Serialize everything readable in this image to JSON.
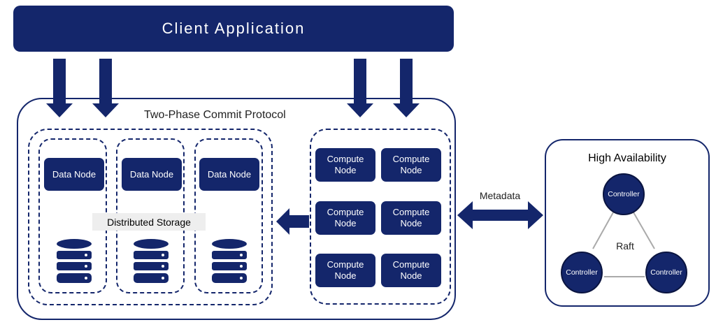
{
  "client": {
    "title": "Client Application"
  },
  "protocol_label": "Two-Phase Commit Protocol",
  "storage": {
    "label": "Distributed Storage",
    "data_nodes": [
      "Data Node",
      "Data Node",
      "Data Node"
    ]
  },
  "compute": {
    "nodes": [
      [
        "Compute",
        "Node"
      ],
      [
        "Compute",
        "Node"
      ],
      [
        "Compute",
        "Node"
      ],
      [
        "Compute",
        "Node"
      ],
      [
        "Compute",
        "Node"
      ],
      [
        "Compute",
        "Node"
      ]
    ]
  },
  "metadata_label": "Metadata",
  "ha": {
    "title": "High Availability",
    "consensus": "Raft",
    "controllers": [
      "Controller",
      "Controller",
      "Controller"
    ]
  },
  "colors": {
    "primary": "#14266b",
    "text": "#222222",
    "label_bg": "#eeeeee",
    "raft_line": "#aaaaaa"
  },
  "icons": [
    "down-arrow-icon",
    "left-arrow-icon",
    "double-arrow-icon",
    "database-icon"
  ]
}
